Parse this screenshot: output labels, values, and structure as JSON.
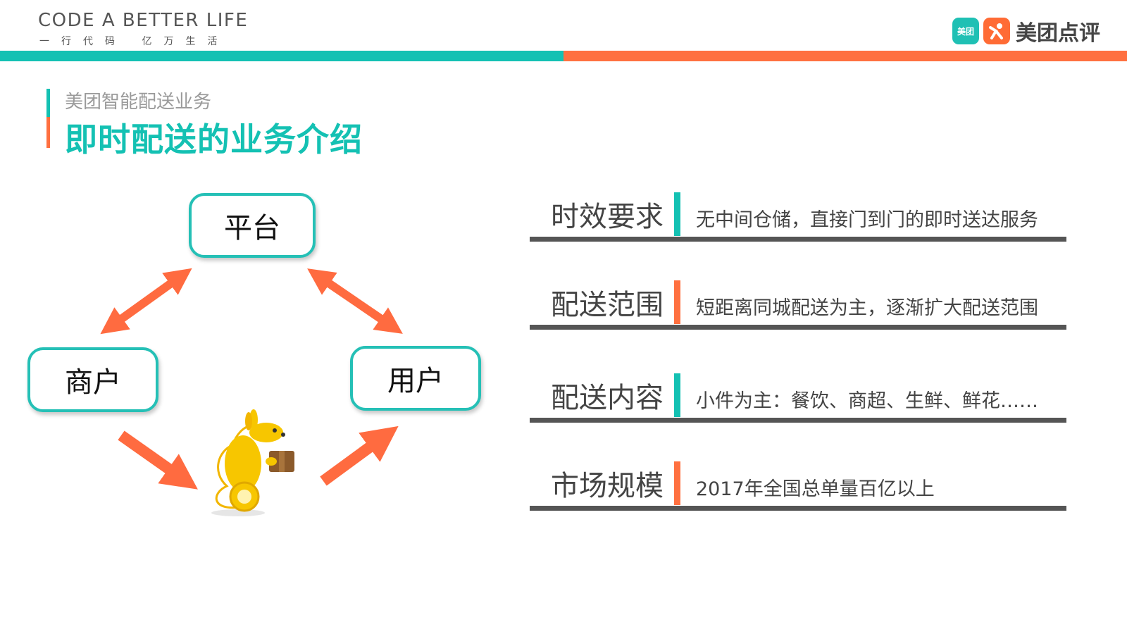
{
  "header": {
    "brand_en": "CODE A BETTER LIFE",
    "brand_cn": "一行代码 亿万生活",
    "logo_badge_1": "美团",
    "logo_text": "美团点评"
  },
  "section": {
    "subtitle": "美团智能配送业务",
    "title": "即时配送的业务介绍"
  },
  "diagram": {
    "nodes": {
      "platform": "平台",
      "merchant": "商户",
      "user": "用户"
    },
    "colors": {
      "node_border": "#25c0b6",
      "arrow": "#ff6b40",
      "mascot": "#f7c600"
    }
  },
  "features": [
    {
      "label": "时效要求",
      "desc": "无中间仓储，直接门到门的即时送达服务",
      "accent": "#14c1b3"
    },
    {
      "label": "配送范围",
      "desc": "短距离同城配送为主，逐渐扩大配送范围",
      "accent": "#ff7040"
    },
    {
      "label": "配送内容",
      "desc": "小件为主：餐饮、商超、生鲜、鲜花……",
      "accent": "#14c1b3"
    },
    {
      "label": "市场规模",
      "desc": "2017年全国总单量百亿以上",
      "accent": "#ff7040"
    }
  ],
  "colors": {
    "teal": "#14c1b3",
    "orange": "#ff7040"
  }
}
